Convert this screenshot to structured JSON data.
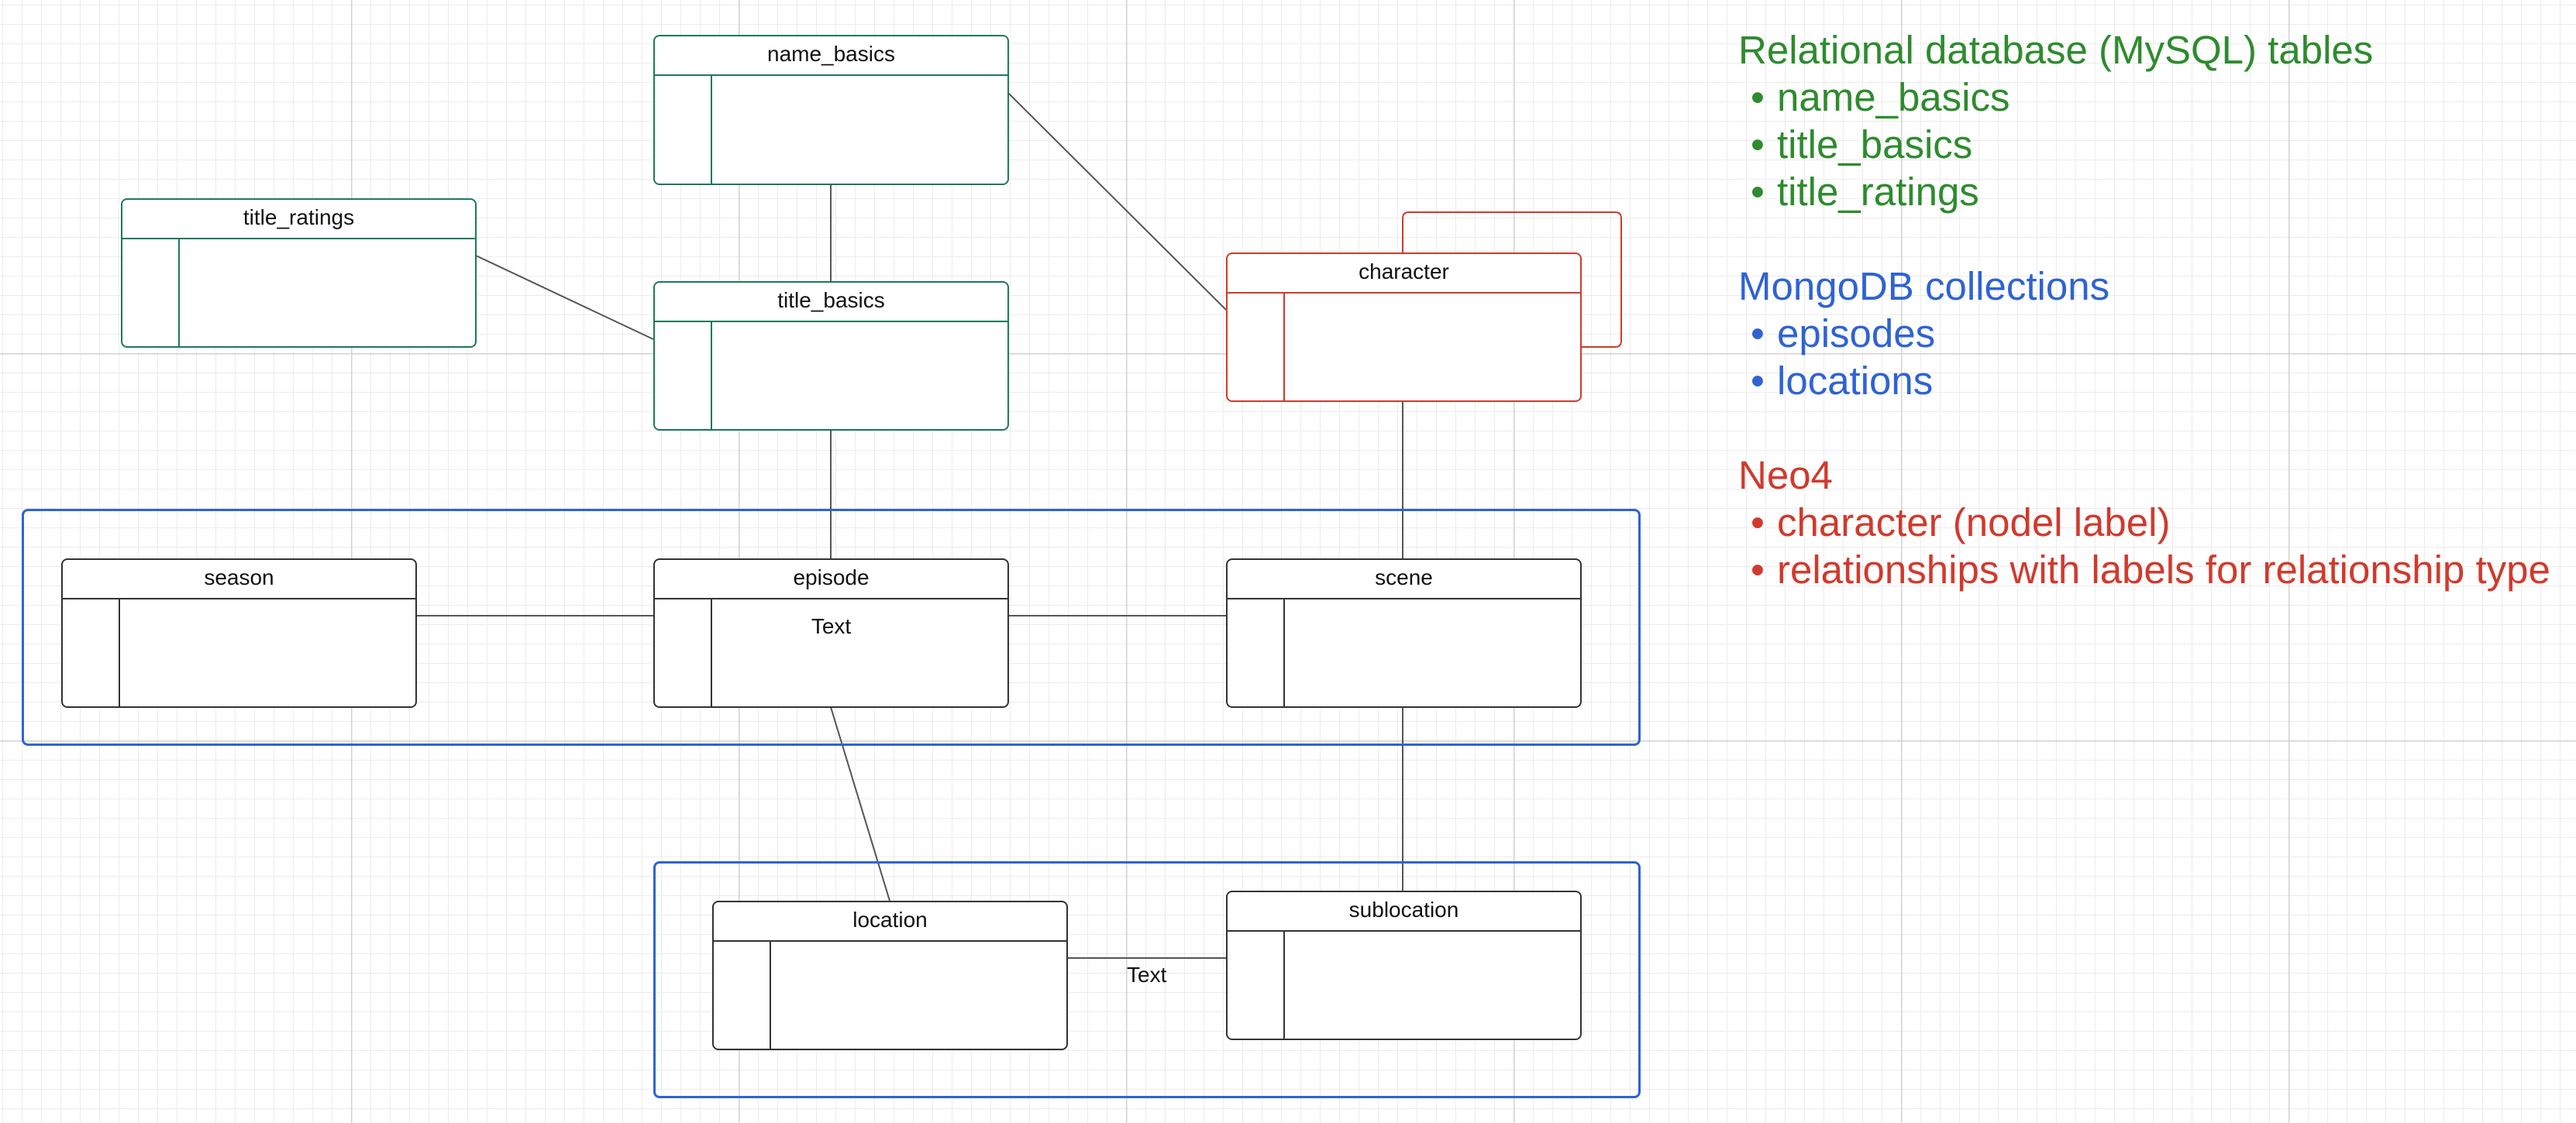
{
  "colors": {
    "relational": "#2e8b2e",
    "mongodb": "#2f63d4",
    "neo4j": "#d03a2d",
    "relational_entity_border": "#1d7a56",
    "default_border": "#333333",
    "edge": "#555555"
  },
  "entities": {
    "name_basics": {
      "title": "name_basics"
    },
    "title_ratings": {
      "title": "title_ratings"
    },
    "title_basics": {
      "title": "title_basics"
    },
    "character": {
      "title": "character"
    },
    "season": {
      "title": "season"
    },
    "episode": {
      "title": "episode",
      "body": "Text"
    },
    "scene": {
      "title": "scene"
    },
    "location": {
      "title": "location"
    },
    "sublocation": {
      "title": "sublocation"
    }
  },
  "edge_labels": {
    "location_sublocation": "Text"
  },
  "legend": {
    "relational": {
      "heading": "Relational database (MySQL) tables",
      "items": [
        "name_basics",
        "title_basics",
        "title_ratings"
      ]
    },
    "mongodb": {
      "heading": "MongoDB collections",
      "items": [
        "episodes",
        "locations"
      ]
    },
    "neo4j": {
      "heading": "Neo4",
      "items": [
        "character (nodel label)",
        "relationships with labels for relationship type"
      ]
    }
  }
}
